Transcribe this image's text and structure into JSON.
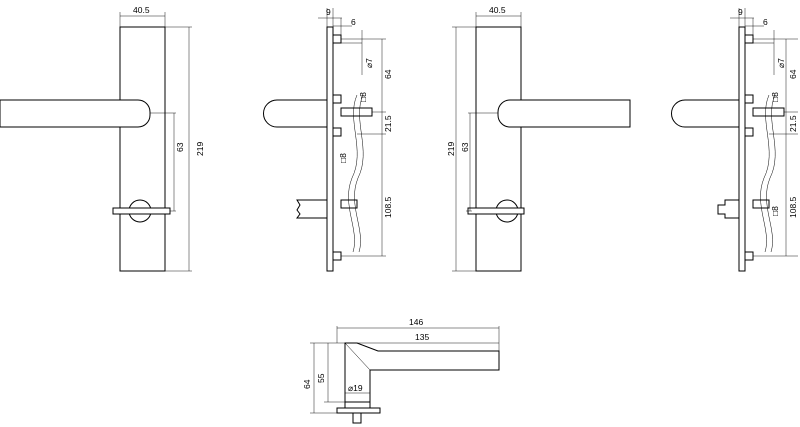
{
  "views": {
    "front_left": {
      "width_label": "40.5",
      "height_label": "219",
      "spacing_label": "63"
    },
    "side_left": {
      "top_a_label": "9",
      "top_b_label": "6",
      "pin_dia_label": "7",
      "upper_label": "64",
      "mid_label": "21.5",
      "lower_label": "108.5",
      "square_upper_label": "8",
      "square_lower_label": "8"
    },
    "front_right": {
      "width_label": "40.5",
      "height_label": "219",
      "spacing_label": "63"
    },
    "side_right": {
      "top_a_label": "9",
      "top_b_label": "6",
      "pin_dia_label": "7",
      "upper_label": "64",
      "mid_label": "21.5",
      "lower_label": "108.5",
      "square_upper_label": "8",
      "square_lower_label": "8"
    },
    "top_view": {
      "length_outer_label": "146",
      "length_inner_label": "135",
      "height_outer_label": "64",
      "height_inner_label": "55",
      "dia_label": "19"
    }
  },
  "symbols": {
    "diameter": "⌀",
    "square": "□"
  }
}
